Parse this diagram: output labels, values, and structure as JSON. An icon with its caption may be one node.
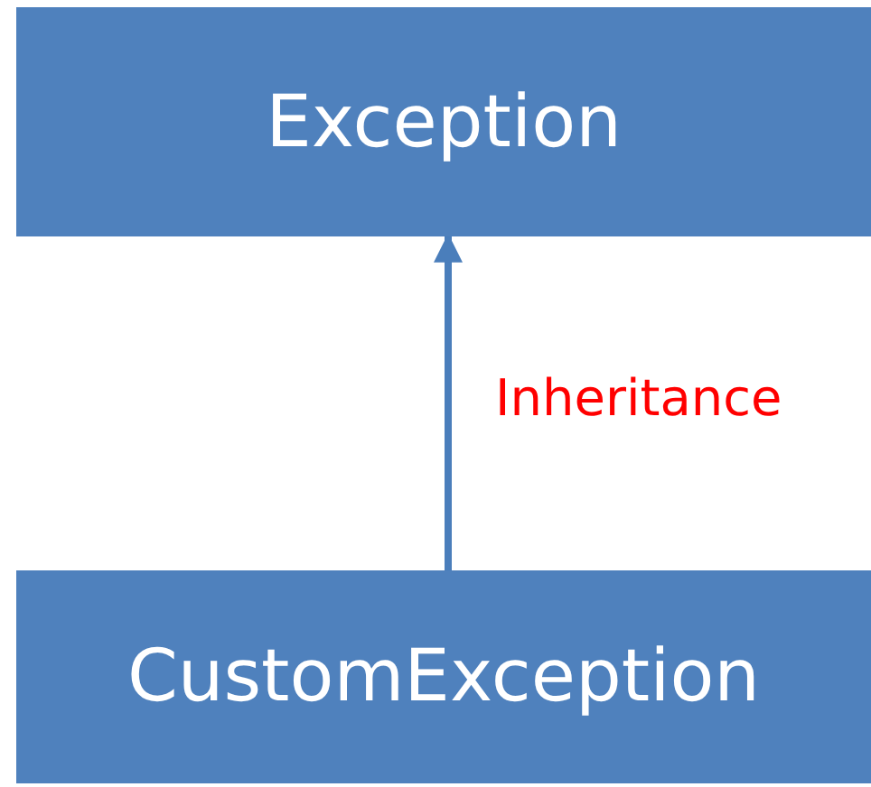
{
  "diagram": {
    "nodes": [
      {
        "text": [
          "Exception"
        ]
      },
      {
        "text": [
          "CustomException"
        ]
      }
    ],
    "edges": [
      {
        "from": 1,
        "to": 0,
        "arrow": "to",
        "label": "Inheritance"
      }
    ]
  }
}
